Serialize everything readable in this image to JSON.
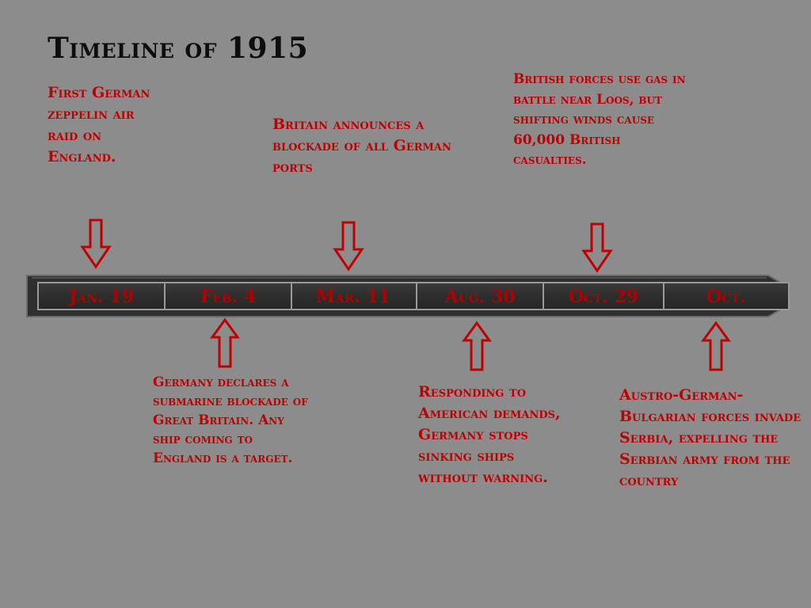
{
  "title": "Timeline of 1915",
  "timeline": {
    "dates": [
      "Jan. 19",
      "Feb. 4",
      "Mar. 11",
      "Aug. 30",
      "Oct. 29",
      "Oct."
    ]
  },
  "events": {
    "jan19": "First German zeppelin air raid on England.",
    "feb4": "Germany declares a submarine blockade of Great Britain. Any ship coming to England is a target.",
    "mar11": "Britain announces a blockade of all German ports",
    "aug30": "Responding to American demands, Germany stops sinking ships without warning.",
    "oct29": "British forces use gas in battle near Loos, but shifting winds cause 60,000 British casualties.",
    "oct": "Austro-German-Bulgarian forces invade Serbia, expelling the Serbian army from the country"
  },
  "colors": {
    "background": "#8c8c8c",
    "accent": "#c00000",
    "bar": "#333333"
  }
}
